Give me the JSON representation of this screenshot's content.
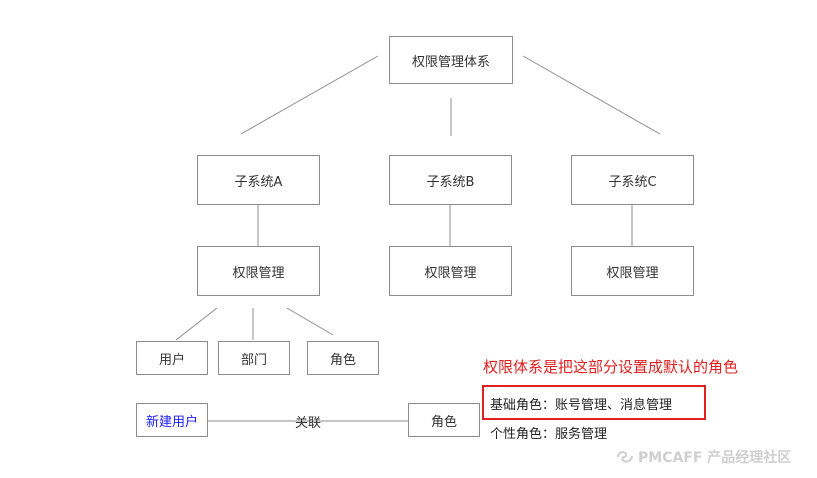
{
  "diagram": {
    "root": "权限管理体系",
    "subsystems": [
      "子系统A",
      "子系统B",
      "子系统C"
    ],
    "permission_modules": [
      "权限管理",
      "权限管理",
      "权限管理"
    ],
    "module_children": [
      "用户",
      "部门",
      "角色"
    ],
    "new_user": "新建用户",
    "relation_label": "关联",
    "role_target": "角色"
  },
  "notes": {
    "title": "权限体系是把这部分设置成默认的角色",
    "basic_roles": "基础角色：账号管理、消息管理",
    "personal_roles": "个性角色：服务管理"
  },
  "watermark": {
    "text": "PMCAFF 产品经理社区",
    "icon": "pmcaff-logo-icon"
  },
  "colors": {
    "line": "#8c8c8c",
    "accent_red": "#e02020",
    "link_blue": "#1a1aff"
  }
}
